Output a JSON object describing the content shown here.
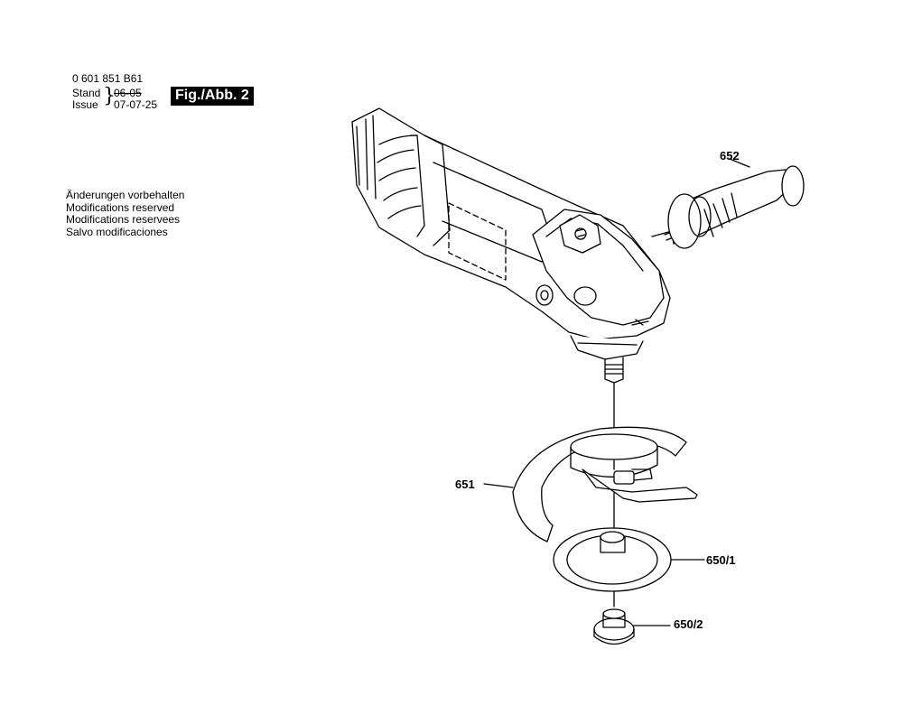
{
  "header": {
    "part_number": "0 601 851 B61",
    "stand_label": "Stand",
    "issue_label": "Issue",
    "old_date": "06-05",
    "new_date": "07-07-25",
    "figure_label": "Fig./Abb. 2"
  },
  "notes": [
    "Änderungen vorbehalten",
    "Modifications reserved",
    "Modifications reservees",
    "Salvo modificaciones"
  ],
  "callouts": {
    "handle": "652",
    "guard": "651",
    "flange": "650/1",
    "nut": "650/2"
  }
}
